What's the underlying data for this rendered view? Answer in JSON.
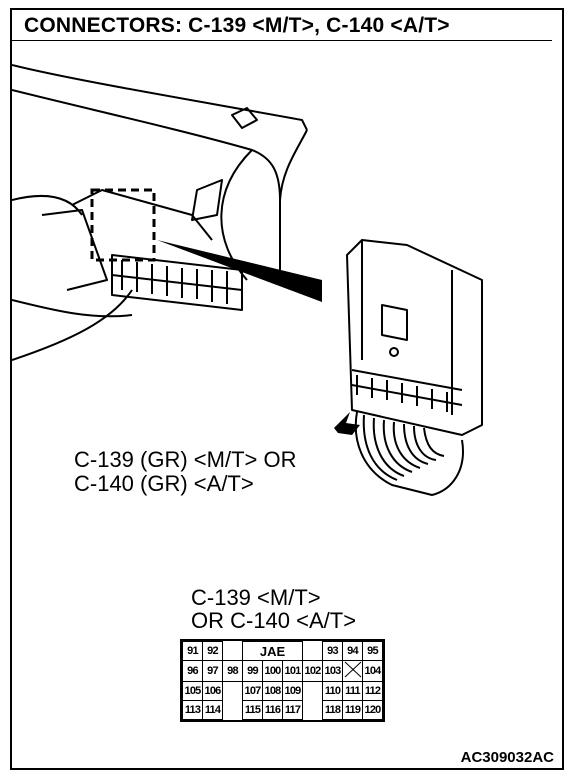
{
  "title": "CONNECTORS: C-139 <M/T>, C-140 <A/T>",
  "callout": {
    "line1": "C-139 (GR) <M/T> OR",
    "line2": "C-140 (GR) <A/T>"
  },
  "connector_view": {
    "title_line1": "C-139 <M/T>",
    "title_line2": "OR C-140 <A/T>",
    "maker": "JAE",
    "rows": [
      [
        "91",
        "92",
        "",
        "JAE",
        "",
        "93",
        "94",
        "95"
      ],
      [
        "96",
        "97",
        "98",
        "99",
        "100",
        "101",
        "102",
        "103",
        "X",
        "104"
      ],
      [
        "105",
        "106",
        "",
        "107",
        "108",
        "109",
        "",
        "110",
        "111",
        "112"
      ],
      [
        "113",
        "114",
        "",
        "115",
        "116",
        "117",
        "",
        "118",
        "119",
        "120"
      ]
    ]
  },
  "figure_code": "AC309032AC"
}
